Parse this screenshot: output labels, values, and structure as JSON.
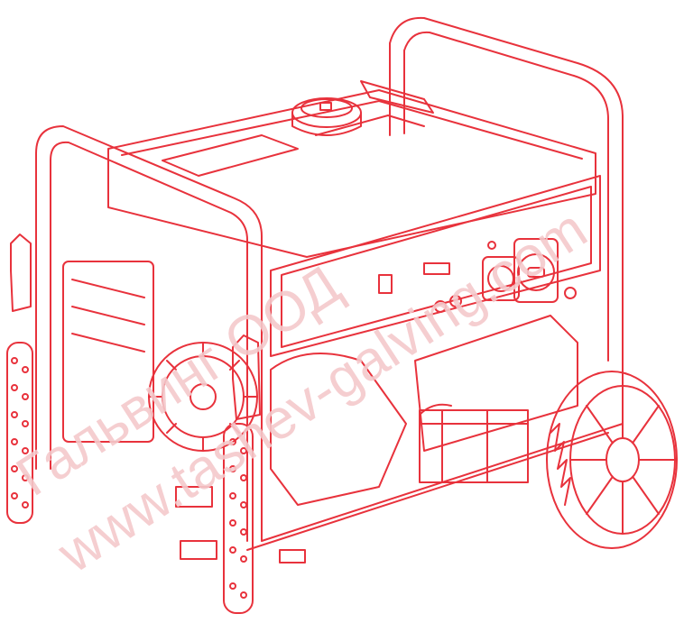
{
  "image": {
    "subject": "portable generator",
    "line_color": "#e8323c",
    "background": "#ffffff"
  },
  "watermark": {
    "line1": "Гальвинг ООД",
    "line2": "www.tashev-galving.com",
    "color": "#f4c9cc"
  },
  "icons": [
    "generator-illustration",
    "fuel-cap-icon",
    "socket-icon",
    "wheel-icon",
    "handle-icon"
  ]
}
